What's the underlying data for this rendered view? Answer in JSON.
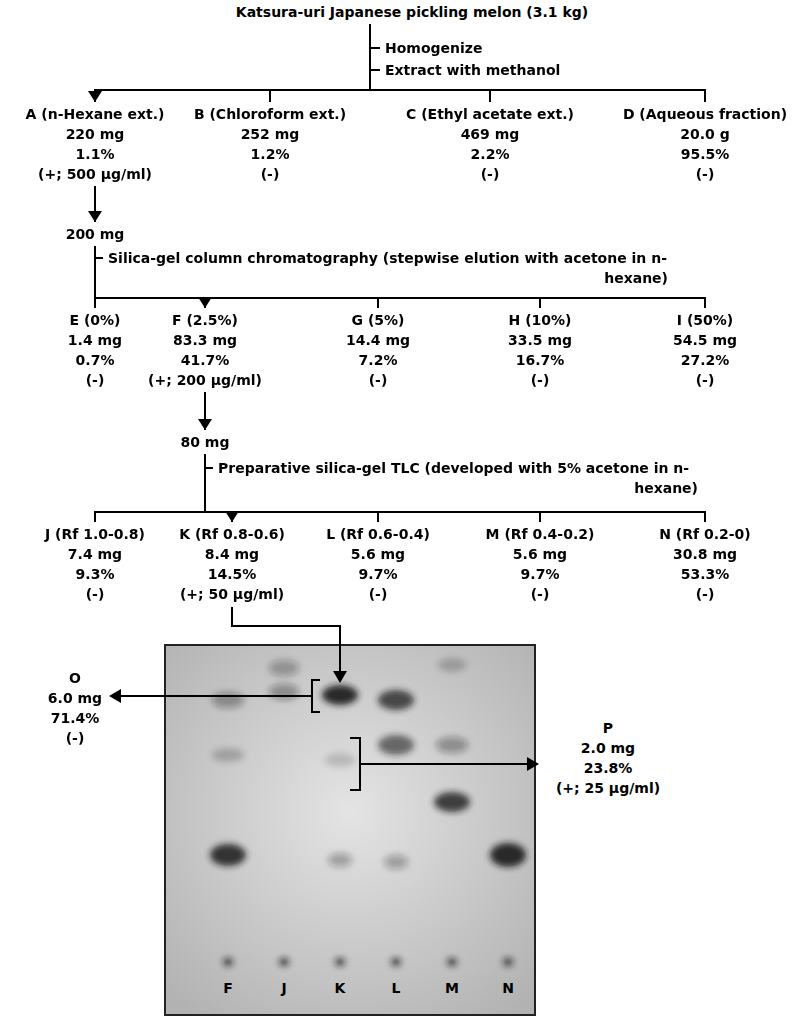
{
  "diagram": {
    "nodes": [
      {
        "text": [
          "Katsura-uri Japanese pickling melon (3.1 kg)"
        ]
      },
      {
        "text": [
          "A (n-Hexane ext.)",
          "220 mg",
          "1.1%",
          "(+; 500 μg/ml)"
        ]
      },
      {
        "text": [
          "B (Chloroform ext.)",
          "252 mg",
          "1.2%",
          "(-)"
        ]
      },
      {
        "text": [
          "C (Ethyl acetate ext.)",
          "469 mg",
          "2.2%",
          "(-)"
        ]
      },
      {
        "text": [
          "D (Aqueous fraction)",
          "20.0 g",
          "95.5%",
          "(-)"
        ]
      },
      {
        "text": [
          "200 mg"
        ]
      },
      {
        "text": [
          "E (0%)",
          "1.4 mg",
          "0.7%",
          "(-)"
        ]
      },
      {
        "text": [
          "F (2.5%)",
          "83.3 mg",
          "41.7%",
          "(+; 200 μg/ml)"
        ]
      },
      {
        "text": [
          "G (5%)",
          "14.4 mg",
          "7.2%",
          "(-)"
        ]
      },
      {
        "text": [
          "H (10%)",
          "33.5 mg",
          "16.7%",
          "(-)"
        ]
      },
      {
        "text": [
          "I (50%)",
          "54.5 mg",
          "27.2%",
          "(-)"
        ]
      },
      {
        "text": [
          "80 mg"
        ]
      },
      {
        "text": [
          "J (Rf 1.0-0.8)",
          "7.4 mg",
          "9.3%",
          "(-)"
        ]
      },
      {
        "text": [
          "K (Rf 0.8-0.6)",
          "8.4 mg",
          "14.5%",
          "(+; 50 μg/ml)"
        ]
      },
      {
        "text": [
          "L (Rf 0.6-0.4)",
          "5.6 mg",
          "9.7%",
          "(-)"
        ]
      },
      {
        "text": [
          "M (Rf 0.4-0.2)",
          "5.6 mg",
          "9.7%",
          "(-)"
        ]
      },
      {
        "text": [
          "N (Rf 0.2-0)",
          "30.8 mg",
          "53.3%",
          "(-)"
        ]
      },
      {
        "text": [
          "O",
          "6.0 mg",
          "71.4%",
          "(-)"
        ]
      },
      {
        "text": [
          "P",
          "2.0 mg",
          "23.8%",
          "(+; 25 μg/ml)"
        ]
      }
    ],
    "edges": [
      {
        "from": 0,
        "to": 1,
        "arrow": "to"
      },
      {
        "from": 0,
        "to": 2,
        "arrow": "none"
      },
      {
        "from": 0,
        "to": 3,
        "arrow": "none"
      },
      {
        "from": 0,
        "to": 4,
        "arrow": "none"
      },
      {
        "from": 1,
        "to": 5,
        "arrow": "to"
      },
      {
        "from": 5,
        "to": 6,
        "arrow": "none"
      },
      {
        "from": 5,
        "to": 7,
        "arrow": "to"
      },
      {
        "from": 5,
        "to": 8,
        "arrow": "none"
      },
      {
        "from": 5,
        "to": 9,
        "arrow": "none"
      },
      {
        "from": 5,
        "to": 10,
        "arrow": "none"
      },
      {
        "from": 7,
        "to": 11,
        "arrow": "to"
      },
      {
        "from": 11,
        "to": 12,
        "arrow": "none"
      },
      {
        "from": 11,
        "to": 13,
        "arrow": "to"
      },
      {
        "from": 11,
        "to": 14,
        "arrow": "none"
      },
      {
        "from": 11,
        "to": 15,
        "arrow": "none"
      },
      {
        "from": 11,
        "to": 16,
        "arrow": "none"
      }
    ],
    "labels": [
      "Homogenize",
      "Extract with methanol",
      "Silica-gel column chromatography (stepwise elution with acetone in n-hexane)",
      "Preparative silica-gel TLC (developed with 5% acetone in n-hexane)",
      "F",
      "J",
      "K",
      "L",
      "M",
      "N"
    ]
  }
}
